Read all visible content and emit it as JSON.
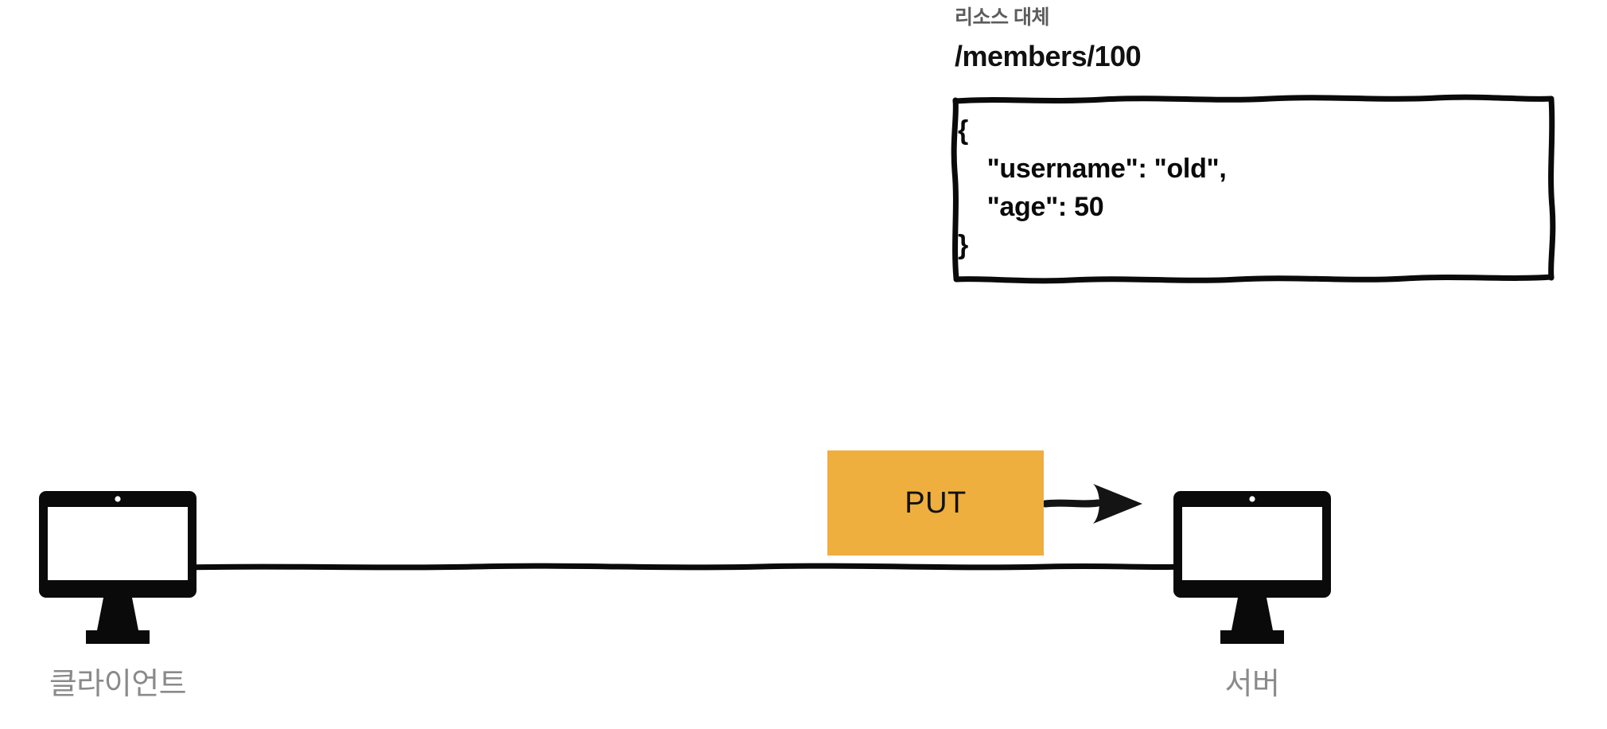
{
  "diagram": {
    "type": "rest-api-flow",
    "annotation": {
      "title": "리소스 대체",
      "path": "/members/100",
      "title_color": "#5c5c5c",
      "path_color": "#111111"
    },
    "payload": {
      "body": "{\n    \"username\": \"old\",\n    \"age\": 50\n}",
      "lines": [
        "{",
        "    \"username\": \"old\",",
        "    \"age\": 50",
        "}"
      ],
      "fields": [
        {
          "key": "username",
          "value": "old"
        },
        {
          "key": "age",
          "value": 50
        }
      ],
      "border_color": "#000000",
      "background": "#ffffff"
    },
    "method": {
      "label": "PUT",
      "badge_color": "#eeaf3e",
      "text_color": "#111111"
    },
    "nodes": [
      {
        "id": "client",
        "label": "클라이언트",
        "icon": "monitor-icon",
        "label_color": "#8a8a8a"
      },
      {
        "id": "server",
        "label": "서버",
        "icon": "monitor-icon",
        "label_color": "#8a8a8a"
      }
    ],
    "connection": {
      "from": "client",
      "to": "server",
      "direction": "right",
      "stroke_color": "#000000"
    }
  }
}
